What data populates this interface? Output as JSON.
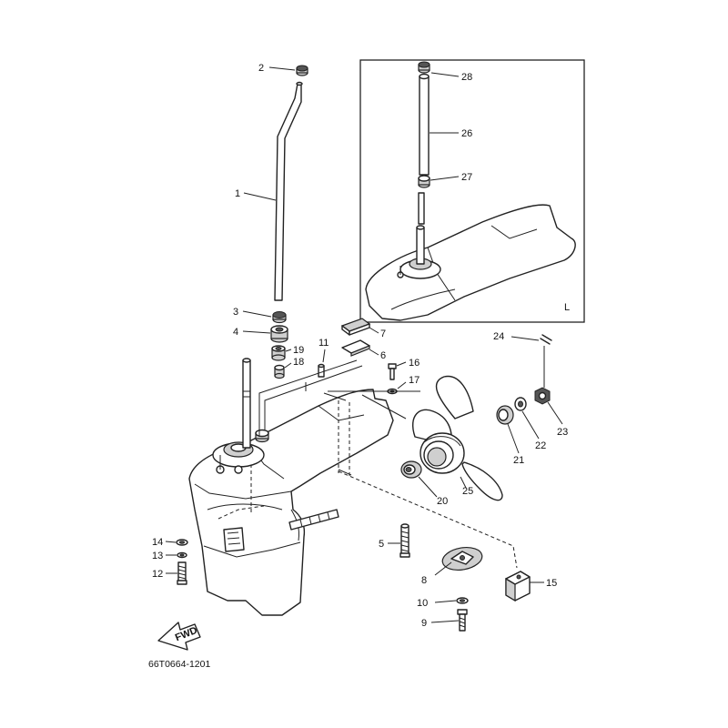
{
  "inset_label": "L",
  "fwd_label": "FWD",
  "diagram_code": "66T0664-1201",
  "callouts": {
    "p1": "1",
    "p2": "2",
    "p3": "3",
    "p4": "4",
    "p5": "5",
    "p6": "6",
    "p7": "7",
    "p8": "8",
    "p9": "9",
    "p10": "10",
    "p11": "11",
    "p12": "12",
    "p13": "13",
    "p14": "14",
    "p15": "15",
    "p16": "16",
    "p17": "17",
    "p18": "18",
    "p19": "19",
    "p20": "20",
    "p21": "21",
    "p22": "22",
    "p23": "23",
    "p24": "24",
    "p25": "25",
    "p26": "26",
    "p27": "27",
    "p28": "28"
  }
}
